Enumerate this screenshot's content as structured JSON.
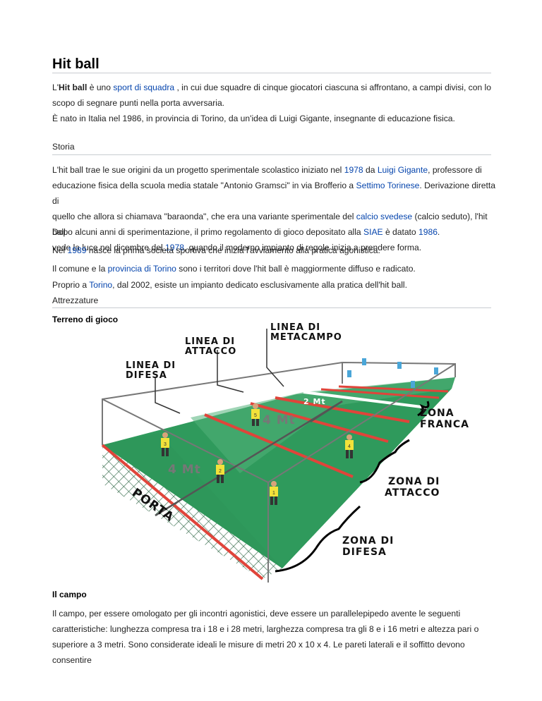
{
  "title": "Hit ball",
  "intro": {
    "p1": {
      "pre": "L'",
      "bold": "Hit ball",
      "mid1": " è uno ",
      "link1": "sport di squadra",
      "rest1": " , in cui due squadre di cinque giocatori ciascuna si affrontano, a campi divisi, con lo",
      "line2": "scopo di segnare punti nella porta avversaria."
    },
    "p2": "È nato in Italia nel 1986, in provincia di Torino, da un'idea di Luigi Gigante, insegnante di educazione fisica."
  },
  "storia": {
    "heading": "Storia",
    "p1": {
      "t1": "L'hit ball trae le sue origini da un progetto sperimentale scolastico iniziato nel ",
      "l1": "1978",
      "t2": " da ",
      "l2": "Luigi Gigante",
      "t3": ", professore di",
      "line2": "educazione fisica della scuola media statale \"Antonio Gramsci\" in via Brofferio a ",
      "l3": "Settimo Torinese",
      "t4": ". Derivazione diretta di",
      "line3a": "quello che allora si chiamava \"baraonda\", che era una variante sperimentale del ",
      "l4": "calcio svedese",
      "t5": " (calcio seduto), l'hit ball",
      "line4a": "vede la luce nel dicembre del ",
      "l5": "1978",
      "t6": ", quando il moderno impianto di regole inizia a prendere forma."
    },
    "p2": {
      "t1": "Dopo alcuni anni di sperimentazione, il primo regolamento di gioco depositato alla ",
      "l1": "SIAE",
      "t2": " è datato ",
      "l2": "1986",
      "t3": "."
    },
    "p3": {
      "t1": "Nel ",
      "l1": "1989",
      "t2": " nasce la prima società sportiva che inizia l'avviamento alla pratica agonistica."
    },
    "p4": {
      "t1": "Il comune e la ",
      "l1": "provincia di Torino",
      "t2": " sono i territori dove l'hit ball è maggiormente diffuso e radicato."
    },
    "p5": {
      "t1": "Proprio a ",
      "l1": "Torino",
      "t2": ", dal 2002, esiste un impianto dedicato esclusivamente alla pratica dell'hit ball."
    }
  },
  "attrezzature": {
    "heading": "Attrezzature",
    "terreno": "Terreno di gioco"
  },
  "diagram": {
    "linea_difesa": [
      "LINEA DI",
      "DIFESA"
    ],
    "linea_attacco": [
      "LINEA DI",
      "ATTACCO"
    ],
    "linea_metacampo": [
      "LINEA DI",
      "METACAMPO"
    ],
    "zona_franca": [
      "ZONA",
      "FRANCA"
    ],
    "zona_attacco": [
      "ZONA DI",
      "ATTACCO"
    ],
    "zona_difesa": [
      "ZONA DI",
      "DIFESA"
    ],
    "porta": "PORTA",
    "m2": "2 Mt",
    "m4a": "4 Mt",
    "m4b": "4 Mt",
    "numbers": [
      "1",
      "2",
      "3",
      "4",
      "5"
    ],
    "colors": {
      "field": "#2f9a5c",
      "field_light": "#52b27a",
      "line_red": "#e0443a",
      "player_yellow": "#f2e23a",
      "player_blue": "#4aa6d8"
    }
  },
  "campo": {
    "heading": "Il campo",
    "line1": "Il campo, per essere omologato per gli incontri agonistici, deve essere un parallelepipedo avente le seguenti",
    "line2": "caratteristiche: lunghezza compresa tra i 18 e i 28 metri, larghezza compresa tra gli 8 e i 16 metri e altezza pari o",
    "line3": "superiore a 3 metri. Sono considerate ideali le misure di metri 20 x 10 x 4. Le pareti laterali e il soffitto devono consentire"
  }
}
